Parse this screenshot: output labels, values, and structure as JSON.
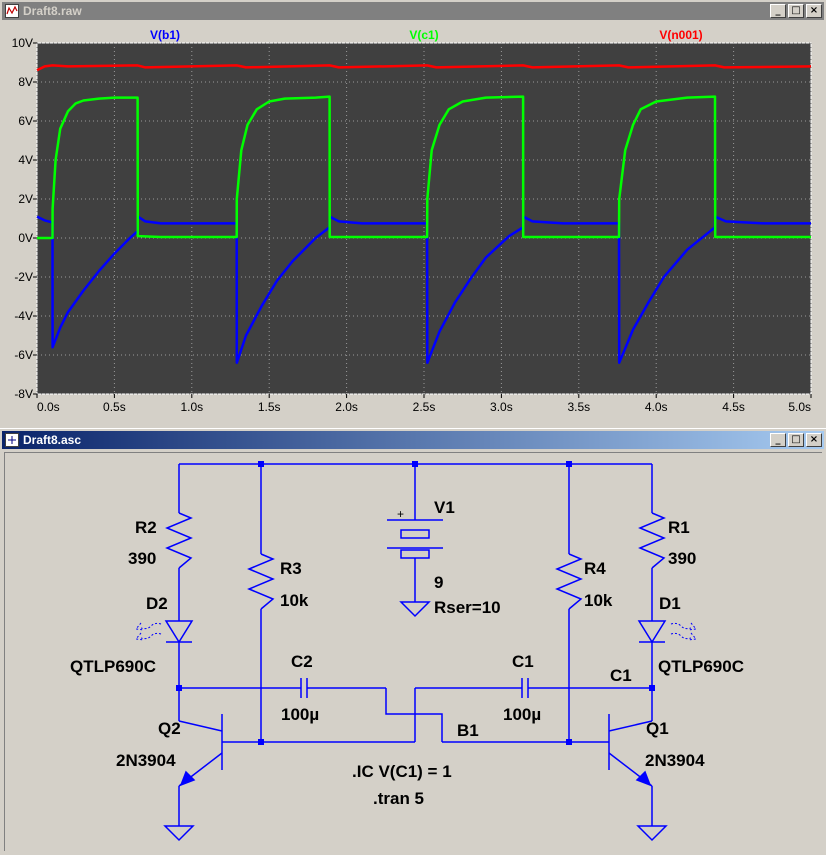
{
  "plot_window": {
    "title": "Draft8.raw",
    "buttons": {
      "minimize": "_",
      "maximize": "□",
      "close": "×"
    }
  },
  "schematic_window": {
    "title": "Draft8.asc",
    "buttons": {
      "minimize": "_",
      "maximize": "□",
      "close": "×"
    }
  },
  "colors": {
    "vb1": "#0000ff",
    "vc1": "#00ff00",
    "vn001": "#ff0000",
    "plot_bg": "#404040",
    "wire": "#0000ff"
  },
  "chart_data": {
    "type": "line",
    "xlabel": "",
    "ylabel": "",
    "xlim": [
      0,
      5.0
    ],
    "ylim": [
      -8,
      10
    ],
    "grid": true,
    "x_ticks": [
      "0.0s",
      "0.5s",
      "1.0s",
      "1.5s",
      "2.0s",
      "2.5s",
      "3.0s",
      "3.5s",
      "4.0s",
      "4.5s",
      "5.0s"
    ],
    "y_ticks": [
      "10V",
      "8V",
      "6V",
      "4V",
      "2V",
      "0V",
      "-2V",
      "-4V",
      "-6V",
      "-8V"
    ],
    "legend_placement": "top",
    "series": [
      {
        "name": "V(b1)",
        "color": "#0000ff",
        "x": [
          0,
          0.05,
          0.1,
          0.101,
          0.15,
          0.2,
          0.3,
          0.4,
          0.5,
          0.6,
          0.65,
          0.651,
          0.7,
          0.8,
          1.0,
          1.29,
          1.291,
          1.35,
          1.45,
          1.55,
          1.65,
          1.8,
          1.89,
          1.891,
          1.95,
          2.1,
          2.3,
          2.52,
          2.521,
          2.6,
          2.7,
          2.8,
          2.9,
          3.05,
          3.14,
          3.141,
          3.2,
          3.4,
          3.6,
          3.76,
          3.761,
          3.85,
          3.95,
          4.05,
          4.2,
          4.38,
          4.381,
          4.45,
          4.7,
          5.0
        ],
        "y": [
          1.1,
          0.9,
          0.8,
          -5.6,
          -4.6,
          -3.8,
          -2.7,
          -1.7,
          -0.8,
          0.0,
          0.35,
          1.1,
          0.85,
          0.75,
          0.75,
          0.75,
          -6.4,
          -5.0,
          -3.5,
          -2.2,
          -1.2,
          0.0,
          0.55,
          1.1,
          0.85,
          0.75,
          0.75,
          0.75,
          -6.4,
          -4.8,
          -3.3,
          -2.1,
          -1.0,
          0.1,
          0.55,
          1.1,
          0.85,
          0.75,
          0.75,
          0.75,
          -6.4,
          -4.7,
          -3.3,
          -2.0,
          -0.6,
          0.55,
          1.1,
          0.85,
          0.75,
          0.75
        ]
      },
      {
        "name": "V(c1)",
        "color": "#00ff00",
        "x": [
          0,
          0.001,
          0.1,
          0.101,
          0.12,
          0.15,
          0.2,
          0.25,
          0.3,
          0.4,
          0.5,
          0.6,
          0.65,
          0.651,
          0.8,
          1.0,
          1.29,
          1.291,
          1.32,
          1.36,
          1.42,
          1.5,
          1.6,
          1.8,
          1.89,
          1.891,
          2.1,
          2.52,
          2.521,
          2.55,
          2.6,
          2.66,
          2.75,
          2.9,
          3.14,
          3.141,
          3.4,
          3.76,
          3.761,
          3.8,
          3.85,
          3.9,
          4.0,
          4.2,
          4.38,
          4.381,
          4.7,
          5.0
        ],
        "y": [
          0.0,
          0.0,
          0.0,
          1.5,
          4.0,
          5.6,
          6.5,
          6.9,
          7.05,
          7.15,
          7.2,
          7.2,
          7.2,
          0.1,
          0.05,
          0.05,
          0.05,
          2.0,
          4.5,
          5.8,
          6.6,
          7.0,
          7.15,
          7.2,
          7.25,
          0.05,
          0.05,
          0.05,
          2.0,
          4.5,
          5.8,
          6.6,
          7.0,
          7.2,
          7.25,
          0.05,
          0.05,
          0.05,
          2.0,
          4.5,
          5.8,
          6.6,
          7.0,
          7.2,
          7.25,
          0.05,
          0.05,
          0.05
        ]
      },
      {
        "name": "V(n001)",
        "color": "#ff0000",
        "x": [
          0,
          0.05,
          0.1,
          0.2,
          0.65,
          0.7,
          1.0,
          1.29,
          1.35,
          1.89,
          1.95,
          2.52,
          2.58,
          3.14,
          3.2,
          3.76,
          3.82,
          4.38,
          4.44,
          5.0
        ],
        "y": [
          8.6,
          8.8,
          8.85,
          8.8,
          8.85,
          8.75,
          8.8,
          8.85,
          8.75,
          8.85,
          8.75,
          8.85,
          8.75,
          8.85,
          8.75,
          8.85,
          8.75,
          8.85,
          8.75,
          8.8
        ]
      }
    ]
  },
  "schematic": {
    "labels": {
      "r2_name": "R2",
      "r2_value": "390",
      "r3_name": "R3",
      "r3_value": "10k",
      "v1_name": "V1",
      "v1_value": "9",
      "v1_rser": "Rser=10",
      "r4_name": "R4",
      "r4_value": "10k",
      "r1_name": "R1",
      "r1_value": "390",
      "d2_name": "D2",
      "d2_model": "QTLP690C",
      "d1_name": "D1",
      "d1_model": "QTLP690C",
      "c2_name": "C2",
      "c2_value": "100µ",
      "c1_name": "C1",
      "c1_value": "100µ",
      "net_c1": "C1",
      "net_b1": "B1",
      "q2_name": "Q2",
      "q2_model": "2N3904",
      "q1_name": "Q1",
      "q1_model": "2N3904",
      "ic_directive": ".IC V(C1) = 1",
      "tran_directive": ".tran 5",
      "plus_sign": "+"
    }
  }
}
